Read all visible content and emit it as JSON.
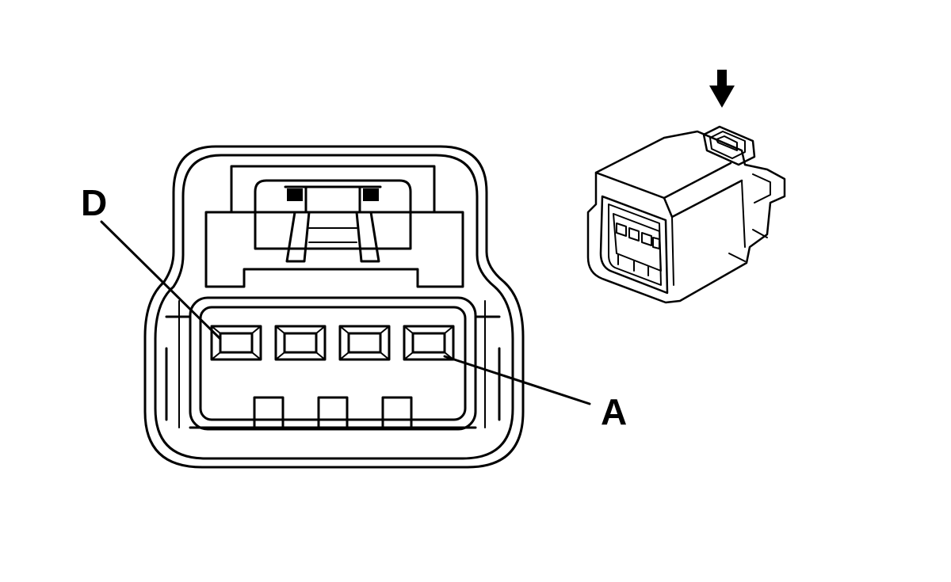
{
  "diagram": {
    "pin_labels": {
      "first": "D",
      "last": "A"
    },
    "front_view": {
      "cavities": 4,
      "keys": 3
    },
    "iso_view": {
      "indicator": "down-arrow-icon"
    }
  }
}
